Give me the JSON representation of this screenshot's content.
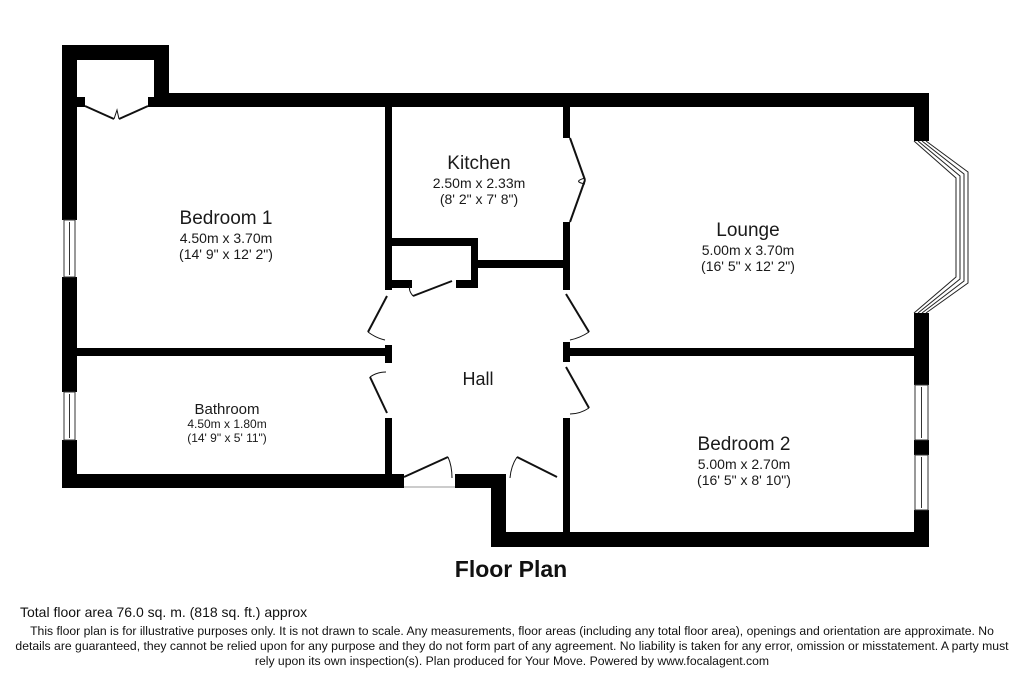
{
  "plan": {
    "title": "Floor Plan",
    "total_area": "Total floor area 76.0 sq. m. (818 sq. ft.) approx",
    "disclaimer": "This floor plan is for illustrative purposes only. It is not drawn to scale. Any measurements, floor areas (including any total floor area), openings and orientation are approximate. No details are guaranteed, they cannot be relied upon for any purpose and they do not form part of any agreement. No liability is taken for any error, omission or misstatement. A party must rely upon its own inspection(s). Plan produced for Your Move. Powered by www.focalagent.com"
  },
  "rooms": {
    "bedroom1": {
      "name": "Bedroom 1",
      "metric": "4.50m x 3.70m",
      "imperial": "(14' 9\" x 12' 2\")"
    },
    "kitchen": {
      "name": "Kitchen",
      "metric": "2.50m x 2.33m",
      "imperial": "(8' 2\" x 7' 8\")"
    },
    "lounge": {
      "name": "Lounge",
      "metric": "5.00m x 3.70m",
      "imperial": "(16' 5\" x 12' 2\")"
    },
    "hall": {
      "name": "Hall"
    },
    "bathroom": {
      "name": "Bathroom",
      "metric": "4.50m x 1.80m",
      "imperial": "(14' 9\" x 5' 11\")"
    },
    "bedroom2": {
      "name": "Bedroom 2",
      "metric": "5.00m x 2.70m",
      "imperial": "(16' 5\" x 8' 10\")"
    }
  },
  "colors": {
    "wall": "#000000",
    "background": "#ffffff",
    "window_fill": "#e6e6e6"
  }
}
